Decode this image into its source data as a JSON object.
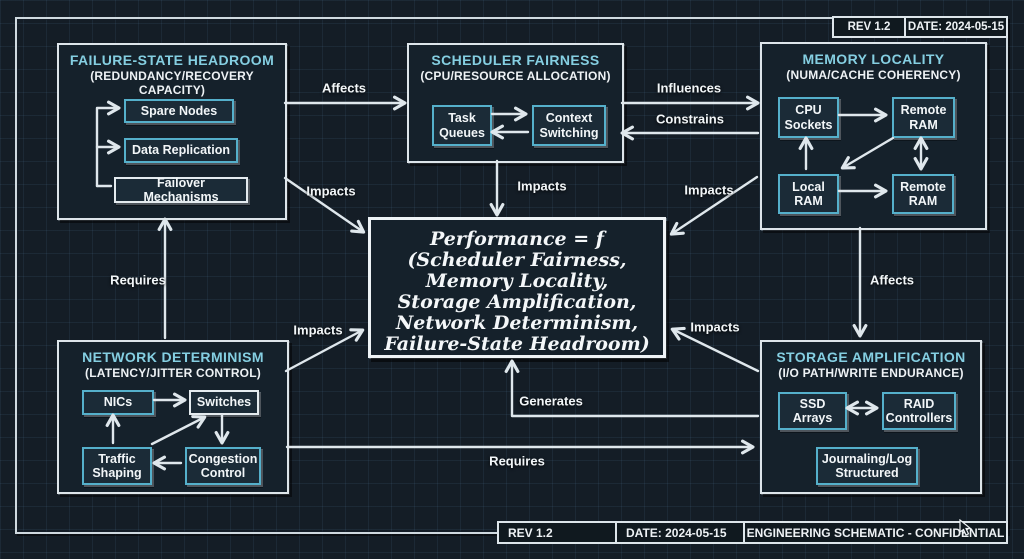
{
  "title_block": {
    "rev_top": "REV 1.2",
    "date_top": "DATE: 2024-05-15",
    "rev_bottom": "REV 1.2",
    "date_bottom": "DATE: 2024-05-15",
    "classification": "ENGINEERING SCHEMATIC - CONFIDENTIAL"
  },
  "groups": {
    "failure": {
      "title": "FAILURE-STATE HEADROOM",
      "subtitle": "(REDUNDANCY/RECOVERY CAPACITY)",
      "nodes": {
        "spare": "Spare Nodes",
        "replication": "Data Replication",
        "failover": "Failover Mechanisms"
      }
    },
    "scheduler": {
      "title": "SCHEDULER FAIRNESS",
      "subtitle": "(CPU/RESOURCE ALLOCATION)",
      "nodes": {
        "task_queues": "Task Queues",
        "context_switching": "Context Switching"
      }
    },
    "memory": {
      "title": "MEMORY LOCALITY",
      "subtitle": "(NUMA/CACHE COHERENCY)",
      "nodes": {
        "cpu_sockets": "CPU Sockets",
        "remote_ram_top": "Remote RAM",
        "local_ram": "Local RAM",
        "remote_ram_bottom": "Remote RAM"
      }
    },
    "network": {
      "title": "NETWORK DETERMINISM",
      "subtitle": "(LATENCY/JITTER CONTROL)",
      "nodes": {
        "nics": "NICs",
        "switches": "Switches",
        "traffic_shaping": "Traffic Shaping",
        "congestion_control": "Congestion Control"
      }
    },
    "storage": {
      "title": "STORAGE AMPLIFICATION",
      "subtitle": "(I/O PATH/WRITE ENDURANCE)",
      "nodes": {
        "ssd_arrays": "SSD Arrays",
        "raid_controllers": "RAID Controllers",
        "journaling": "Journaling/Log Structured"
      }
    }
  },
  "formula": {
    "lines": [
      "Performance = f",
      "(Scheduler Fairness,",
      "Memory Locality,",
      "Storage Amplification,",
      "Network Determinism,",
      "Failure-State Headroom)"
    ]
  },
  "edge_labels": {
    "affects_top": "Affects",
    "influences": "Influences",
    "constrains": "Constrains",
    "impacts_failure": "Impacts",
    "impacts_scheduler": "Impacts",
    "impacts_memory": "Impacts",
    "impacts_network": "Impacts",
    "impacts_storage": "Impacts",
    "requires_left": "Requires",
    "affects_right": "Affects",
    "generates": "Generates",
    "requires_bottom": "Requires"
  },
  "colors": {
    "background": "#141d26",
    "panel_fill": "#15212b",
    "node_fill": "#1b2b37",
    "accent_cyan": "#85cfe2",
    "border_cyan": "#55b0cb",
    "line_white": "#dfe7ec",
    "text_white": "#f0f4f6"
  }
}
